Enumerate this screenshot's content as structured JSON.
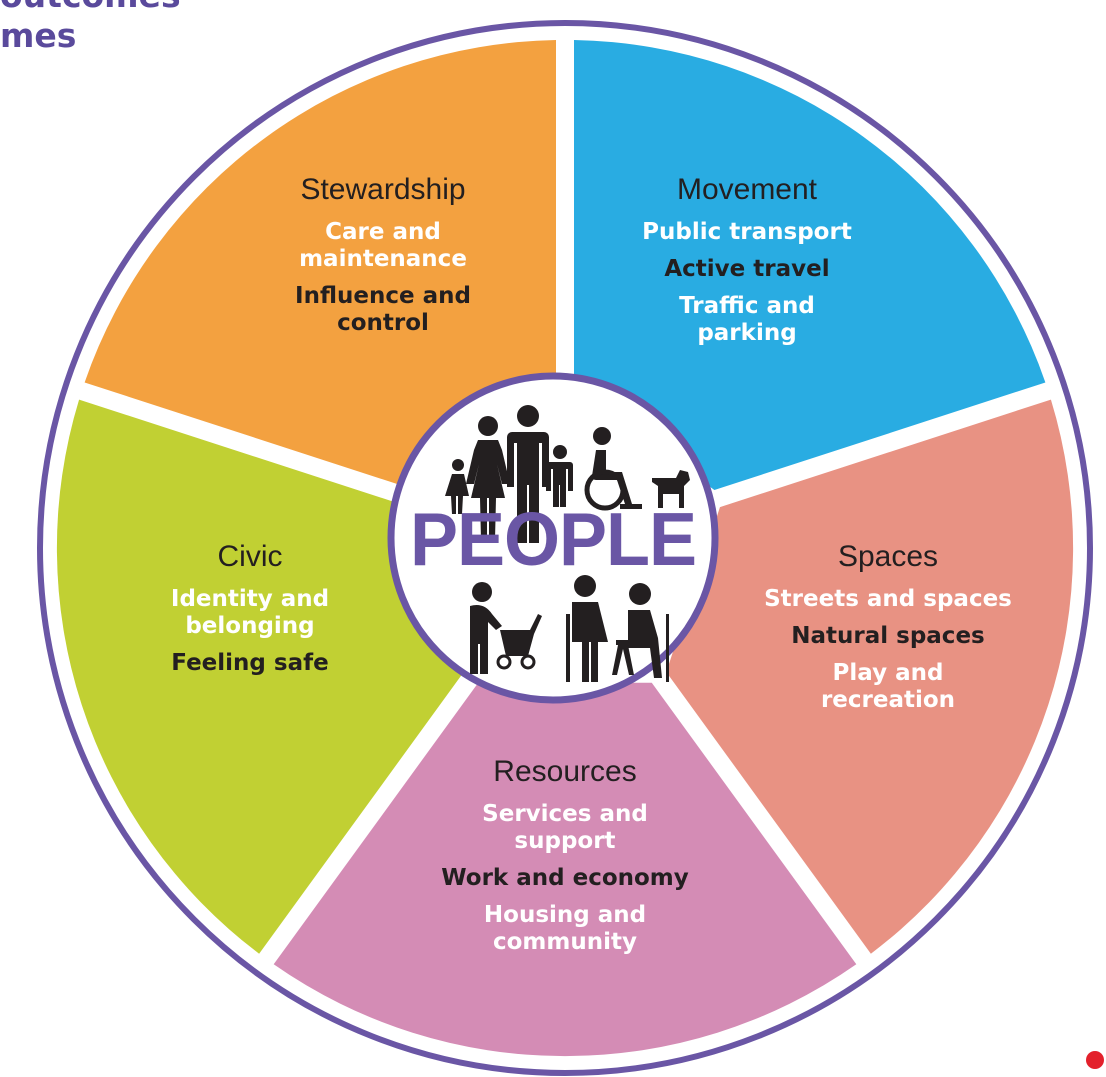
{
  "header": {
    "line1": "outcomes",
    "line2": "mes"
  },
  "center": {
    "label": "PEOPLE"
  },
  "colors": {
    "border": "#6a56a5",
    "stewardship": "#f3a140",
    "movement": "#29ace2",
    "spaces": "#e89283",
    "resources": "#d48cb5",
    "civic": "#c1d033",
    "dot": "#e3202b"
  },
  "segments": [
    {
      "id": "stewardship",
      "title": "Stewardship",
      "items": [
        {
          "text": "Care and\nmaintenance",
          "tone": "light"
        },
        {
          "text": "Influence and\ncontrol",
          "tone": "dark"
        }
      ]
    },
    {
      "id": "movement",
      "title": "Movement",
      "items": [
        {
          "text": "Public transport",
          "tone": "light"
        },
        {
          "text": "Active travel",
          "tone": "dark"
        },
        {
          "text": "Traffic and\nparking",
          "tone": "light"
        }
      ]
    },
    {
      "id": "spaces",
      "title": "Spaces",
      "items": [
        {
          "text": "Streets and spaces",
          "tone": "light"
        },
        {
          "text": "Natural spaces",
          "tone": "dark"
        },
        {
          "text": "Play and\nrecreation",
          "tone": "light"
        }
      ]
    },
    {
      "id": "resources",
      "title": "Resources",
      "items": [
        {
          "text": "Services and\nsupport",
          "tone": "light"
        },
        {
          "text": "Work and economy",
          "tone": "dark"
        },
        {
          "text": "Housing and\ncommunity",
          "tone": "light"
        }
      ]
    },
    {
      "id": "civic",
      "title": "Civic",
      "items": [
        {
          "text": "Identity and\nbelonging",
          "tone": "light"
        },
        {
          "text": "Feeling safe",
          "tone": "dark"
        }
      ]
    }
  ],
  "icons": [
    "girl-icon",
    "woman-icon",
    "man-icon",
    "boy-icon",
    "wheelchair-user-icon",
    "dog-icon",
    "parent-with-stroller-icon",
    "elderly-woman-icon",
    "seated-elderly-man-icon"
  ]
}
